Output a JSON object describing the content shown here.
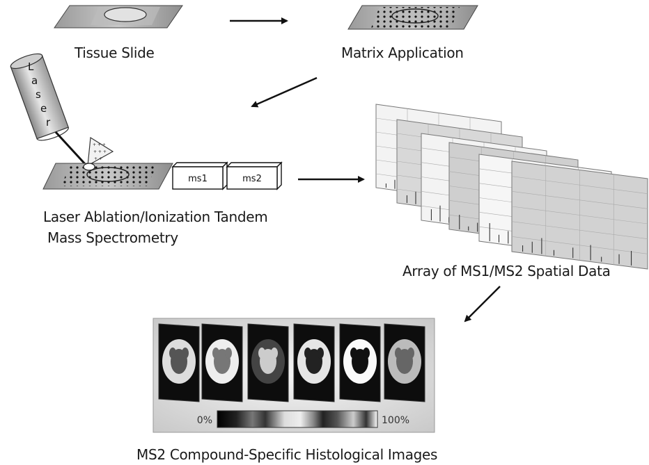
{
  "labels": {
    "tissue_slide": "Tissue Slide",
    "matrix_application": "Matrix Application",
    "laser_ablation_line1": "Laser Ablation/Ionization Tandem",
    "laser_ablation_line2": "Mass Spectrometry",
    "array_data": "Array of MS1/MS2 Spatial Data",
    "histological_images": "MS2 Compound-Specific Histological Images"
  },
  "laser": {
    "text": "Laser"
  },
  "ms_boxes": [
    "ms1",
    "ms2"
  ],
  "colorbar": {
    "min_label": "0%",
    "max_label": "100%"
  }
}
